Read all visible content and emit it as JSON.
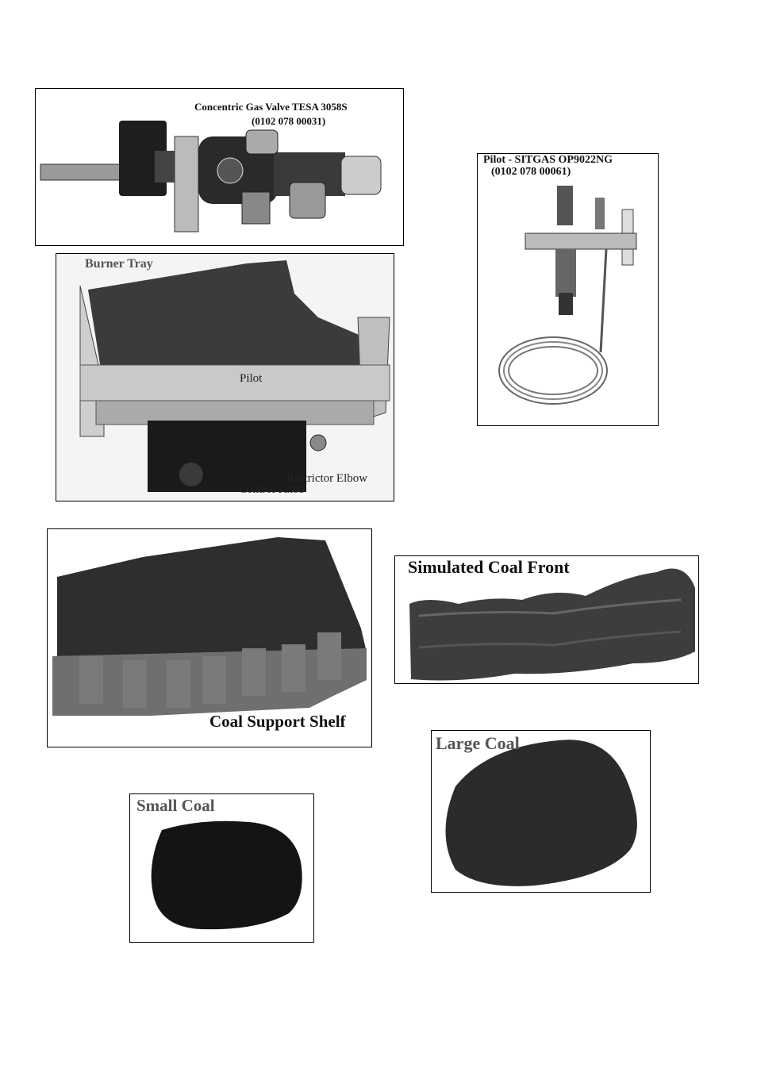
{
  "panels": {
    "gas_valve": {
      "title": "Concentric Gas Valve TESA 3058S",
      "part_number": "(0102 078 00031)"
    },
    "pilot": {
      "title": "Pilot - SITGAS OP9022NG",
      "part_number": "(0102 078 00061)"
    },
    "burner_tray": {
      "title": "Burner Tray",
      "callouts": {
        "pilot": "Pilot",
        "restrictor_elbow": "Restrictor Elbow",
        "control_knob": "Control Knob"
      }
    },
    "coal_support_shelf": {
      "title": "Coal Support Shelf"
    },
    "simulated_coal_front": {
      "title": "Simulated Coal Front"
    },
    "large_coal": {
      "title": "Large Coal"
    },
    "small_coal": {
      "title": "Small Coal"
    }
  }
}
